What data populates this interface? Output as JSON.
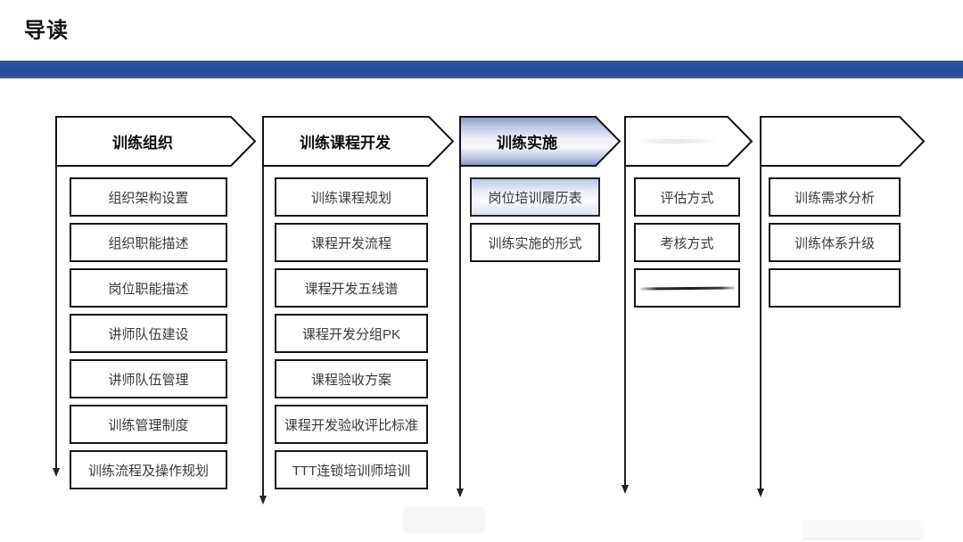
{
  "page": {
    "title": "导读"
  },
  "colors": {
    "divider_bar": "#2a4f9b",
    "box_border": "#161616",
    "box_text": "#3a3a3a",
    "highlight_gradient_top": "#8494c6",
    "highlight_gradient_mid": "#f5f7fc",
    "highlight_gradient_bottom": "#8090c4"
  },
  "columns": [
    {
      "header": "训练组织",
      "highlighted": false,
      "items": [
        "组织架构设置",
        "组织职能描述",
        "岗位职能描述",
        "讲师队伍建设",
        "讲师队伍管理",
        "训练管理制度",
        "训练流程及操作规划"
      ]
    },
    {
      "header": "训练课程开发",
      "highlighted": false,
      "items": [
        "训练课程规划",
        "课程开发流程",
        "课程开发五线谱",
        "课程开发分组PK",
        "课程验收方案",
        "课程开发验收评比标准",
        "TTT连锁培训师培训"
      ]
    },
    {
      "header": "训练实施",
      "highlighted": true,
      "highlighted_item": "岗位培训履历表",
      "items": [
        "岗位培训履历表",
        "训练实施的形式"
      ]
    },
    {
      "header": "",
      "highlighted": false,
      "items": [
        "评估方式",
        "考核方式",
        ""
      ]
    },
    {
      "header": "",
      "highlighted": false,
      "items": [
        "训练需求分析",
        "训练体系升级",
        ""
      ]
    }
  ]
}
